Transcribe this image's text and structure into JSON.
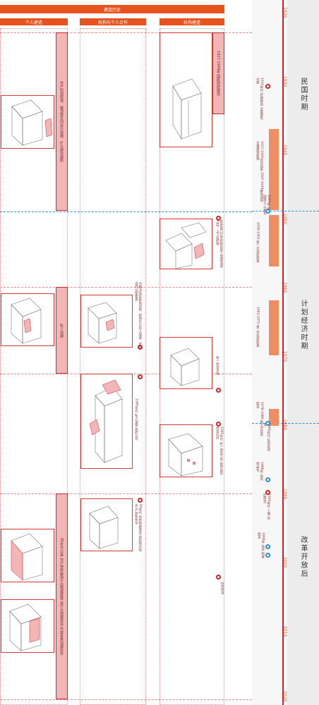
{
  "header": {
    "top": "建造历史"
  },
  "columns": [
    {
      "label": "个人建造"
    },
    {
      "label": "机构与个人合作"
    },
    {
      "label": "机构建造"
    }
  ],
  "eras": [
    {
      "label": "民国时期"
    },
    {
      "label": "计划经济时期"
    },
    {
      "label": "改革开放后"
    }
  ],
  "timeline": {
    "years": [
      "1920",
      "1930",
      "1940",
      "1950",
      "1960",
      "1970",
      "1980",
      "1990",
      "2000",
      "2010",
      "2020"
    ]
  },
  "events": [
    {
      "text": "1930年代 开辟建设 大量建筑兴建"
    },
    {
      "text": "1937-1945抗日战争 1945-1949解放战争 大量建筑损毁"
    },
    {
      "text": "1949年 新中国成立 公有化"
    },
    {
      "text": "1958-1963 第一次住房改革"
    },
    {
      "text": "1963-1972 第二次住房改革"
    },
    {
      "text": "1978-1989 第三次住房改革"
    },
    {
      "text": "1980年代 危旧房改造"
    },
    {
      "text": "1988年 住房商品化"
    },
    {
      "text": "1990年代 上海 旧区改造"
    },
    {
      "text": "1998年 住房 制度改革"
    }
  ],
  "panels": {
    "institution_1": "1927-1949年 国民政府建造",
    "institution_2": "政府部门在木结构房屋上加建混凝土层，上下层结构",
    "institution_3": "统一改造水电",
    "institution_4": "1980年代 统一建设工作 政府出资改造旧房",
    "institution_5": "旧房改造",
    "coop_1": "为解决住房紧张问题，政府在公房上加建，居民自行分配使用",
    "coop_2": "1980年代 私人加建 政府认可",
    "coop_3": "90年代 住房制度改革 居民购买住房 产权私有化",
    "personal_1": "住户利用院落、屋顶等空间自行加建，扩大居住面积",
    "personal_2": "私人加建",
    "personal_3": "90年代以来 住户将房屋用于出租或经营 进行大规模改造 形成各类加建形态"
  },
  "colors": {
    "accent": "#e8531d",
    "red": "#d2232a",
    "pink": "#f2b6b6",
    "orange": "#ef8d63",
    "blue": "#2a8fd6"
  }
}
